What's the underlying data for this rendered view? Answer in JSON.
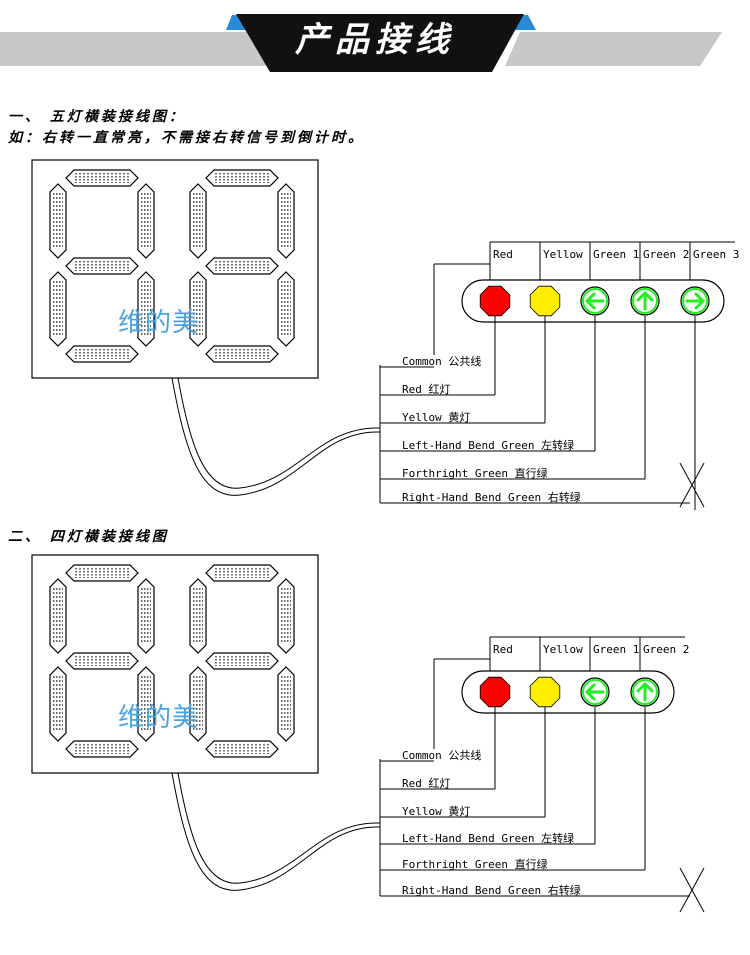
{
  "banner": {
    "title": "产品接线"
  },
  "sections": [
    {
      "heading_line1": "一、 五灯横装接线图：",
      "heading_line2": "如：右转一直常亮，不需接右转信号到倒计时。",
      "watermark": "维的美",
      "columns": [
        "Red",
        "Yellow",
        "Green 1",
        "Green 2",
        "Green 3"
      ],
      "lamps": [
        {
          "color": "#ff0000",
          "type": "red-lamp"
        },
        {
          "color": "#ffee00",
          "type": "yellow-lamp"
        },
        {
          "color": "#22ee22",
          "type": "left-arrow"
        },
        {
          "color": "#22ee22",
          "type": "up-arrow"
        },
        {
          "color": "#22ee22",
          "type": "right-arrow"
        }
      ],
      "wires": [
        "Common 公共线",
        "Red 红灯",
        "Yellow 黄灯",
        "Left-Hand Bend Green 左转绿",
        "Forthright Green 直行绿",
        "Right-Hand Bend Green 右转绿"
      ]
    },
    {
      "heading_line1": "二、 四灯横装接线图",
      "watermark": "维的美",
      "columns": [
        "Red",
        "Yellow",
        "Green 1",
        "Green 2"
      ],
      "lamps": [
        {
          "color": "#ff0000",
          "type": "red-lamp"
        },
        {
          "color": "#ffee00",
          "type": "yellow-lamp"
        },
        {
          "color": "#22ee22",
          "type": "left-arrow"
        },
        {
          "color": "#22ee22",
          "type": "up-arrow"
        }
      ],
      "wires": [
        "Common 公共线",
        "Red 红灯",
        "Yellow 黄灯",
        "Left-Hand Bend Green 左转绿",
        "Forthright Green 直行绿",
        "Right-Hand Bend Green 右转绿"
      ]
    }
  ],
  "colors": {
    "banner_grey": "#c8c8c8",
    "banner_dark": "#111111",
    "banner_accent": "#2b8ad6",
    "watermark": "#4aa3df"
  }
}
